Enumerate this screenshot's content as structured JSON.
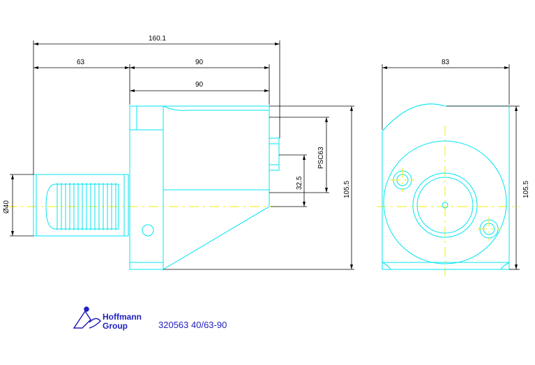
{
  "dimensions": {
    "overall_length": "160.1",
    "shank_length": "63",
    "body_length_top": "90",
    "body_length_inner": "90",
    "shank_diameter": "Ø40",
    "psc_size": "PSC63",
    "center_offset": "32.5",
    "height_side": "105.5",
    "width_end": "83",
    "height_end": "105.5"
  },
  "footer": {
    "logo_line1": "Hoffmann",
    "logo_line2": "Group",
    "part_code": "320563 40/63-90"
  },
  "colors": {
    "outline": "#00e5f0",
    "dimension": "#000000",
    "centerline": "#f2ee00",
    "logo": "#2020c0"
  }
}
